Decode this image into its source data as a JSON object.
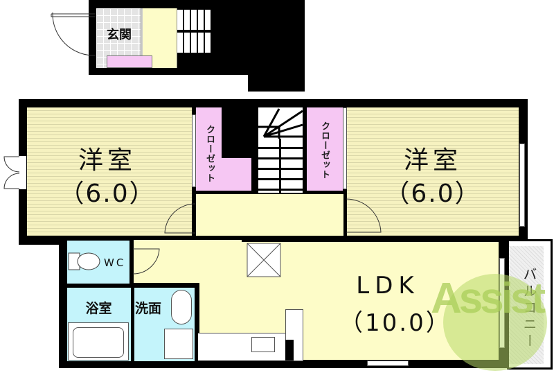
{
  "floor_plan": {
    "rooms": {
      "entrance": {
        "label": "玄関"
      },
      "western_room_left": {
        "name": "洋室",
        "size": "（6.0）"
      },
      "western_room_right": {
        "name": "洋室",
        "size": "（6.0）"
      },
      "closet_left": {
        "label": "クローゼット"
      },
      "closet_right": {
        "label": "クローゼット"
      },
      "toilet": {
        "label": "WC"
      },
      "bathroom": {
        "label": "浴室"
      },
      "washroom": {
        "label": "洗面"
      },
      "ldk": {
        "name": "LDK",
        "size": "（10.0）"
      },
      "balcony": {
        "label": "バルコニー"
      }
    },
    "watermark": {
      "text": "Assist",
      "color": "#b8d86a",
      "accent": "#e88a7a"
    },
    "colors": {
      "wall": "#000000",
      "floor": "#fdfcc8",
      "wood_floor": "#f6f2c0",
      "closet": "#f6c7f3",
      "wet_area": "#c4f4fb",
      "entrance_tile": "#e4e4e4"
    }
  }
}
